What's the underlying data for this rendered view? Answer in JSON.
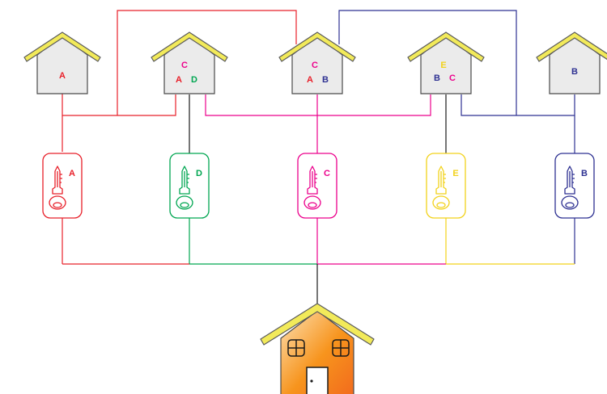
{
  "colors": {
    "A": "#e8202a",
    "B": "#2e3192",
    "C": "#ec008c",
    "D": "#00a651",
    "E": "#f2d21b",
    "roof": "#f2ea5a",
    "roof_stroke": "#5a5a5a",
    "house_fill": "#ebebeb",
    "main_house_fill": "#f7941d",
    "connector": "#1a1a1a"
  },
  "houses": [
    {
      "id": "house-1",
      "labels": [
        {
          "text": "A",
          "color": "A"
        }
      ]
    },
    {
      "id": "house-2",
      "labels": [
        {
          "text": "C",
          "color": "C"
        },
        {
          "text": "A",
          "color": "A"
        },
        {
          "text": "D",
          "color": "D"
        }
      ]
    },
    {
      "id": "house-3",
      "labels": [
        {
          "text": "C",
          "color": "C"
        },
        {
          "text": "A",
          "color": "A"
        },
        {
          "text": "B",
          "color": "B"
        }
      ]
    },
    {
      "id": "house-4",
      "labels": [
        {
          "text": "E",
          "color": "E"
        },
        {
          "text": "B",
          "color": "B"
        },
        {
          "text": "C",
          "color": "C"
        }
      ]
    },
    {
      "id": "house-5",
      "labels": [
        {
          "text": "B",
          "color": "B"
        }
      ]
    }
  ],
  "keys": [
    {
      "id": "key-A",
      "label": "A",
      "color": "A"
    },
    {
      "id": "key-D",
      "label": "D",
      "color": "D"
    },
    {
      "id": "key-C",
      "label": "C",
      "color": "C"
    },
    {
      "id": "key-E",
      "label": "E",
      "color": "E"
    },
    {
      "id": "key-B",
      "label": "B",
      "color": "B"
    }
  ],
  "main_house": {
    "icon_windows": "window-icon",
    "icon_door": "door-icon"
  }
}
